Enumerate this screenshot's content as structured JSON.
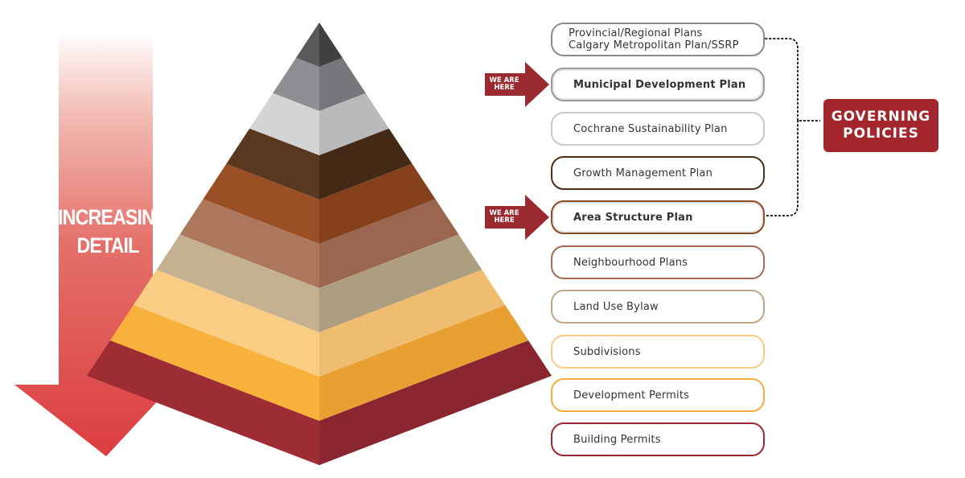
{
  "arrow": {
    "line1": "INCREASING",
    "line2": "DETAIL"
  },
  "layers": [
    {
      "left": "#5a5a5c",
      "right": "#403f41"
    },
    {
      "left": "#8e8f92",
      "right": "#76777a"
    },
    {
      "left": "#d3d4d6",
      "right": "#b9babc"
    },
    {
      "left": "#58381f",
      "right": "#432916"
    },
    {
      "left": "#9b4f24",
      "right": "#85411b"
    },
    {
      "left": "#ad775c",
      "right": "#9a6650"
    },
    {
      "left": "#c3b191",
      "right": "#ae9e80"
    },
    {
      "left": "#f9cd83",
      "right": "#eebd70"
    },
    {
      "left": "#f8b23c",
      "right": "#e9a033"
    },
    {
      "left": "#9e2d33",
      "right": "#8a2630"
    }
  ],
  "plans": [
    {
      "label": "Provincial/Regional Plans",
      "label2": "Calgary Metropolitan Plan/SSRP",
      "border": "#8c8c8c"
    },
    {
      "label": "Municipal Development Plan",
      "border": "#9a9a9a"
    },
    {
      "label": "Cochrane Sustainability Plan",
      "border": "#c8c8c8"
    },
    {
      "label": "Growth Management Plan",
      "border": "#4c2d16"
    },
    {
      "label": "Area Structure Plan",
      "border": "#8b4a25"
    },
    {
      "label": "Neighbourhood Plans",
      "border": "#a46b55"
    },
    {
      "label": "Land Use Bylaw",
      "border": "#bda886"
    },
    {
      "label": "Subdivisions",
      "border": "#f7cc80"
    },
    {
      "label": "Development Permits",
      "border": "#f4ac3a"
    },
    {
      "label": "Building Permits",
      "border": "#9a2a30"
    }
  ],
  "we_are_here": {
    "line1": "WE ARE",
    "line2": "HERE",
    "color": "#9b2a30"
  },
  "governing": {
    "line1": "GOVERNING",
    "line2": "POLICIES",
    "color": "#a3262c"
  }
}
